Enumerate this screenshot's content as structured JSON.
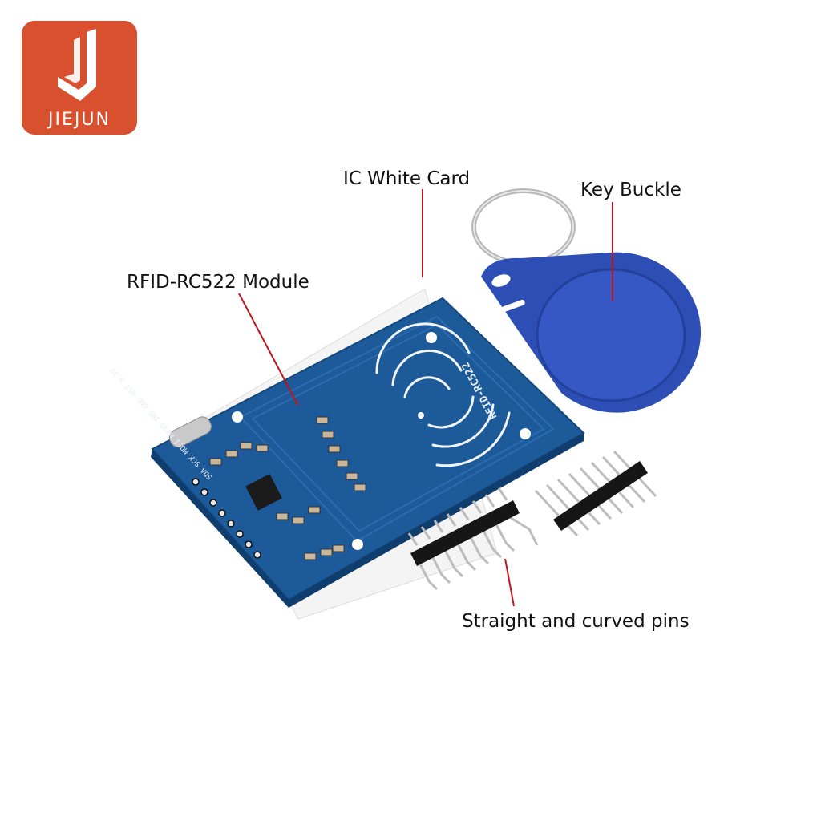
{
  "logo": {
    "text": "JIEJUN",
    "color": "#d9502f"
  },
  "labels": {
    "ic_card": "IC White Card",
    "key_buckle": "Key Buckle",
    "module": "RFID-RC522 Module",
    "pins": "Straight and curved pins"
  },
  "board": {
    "silkscreen_title": "RFID-RC522",
    "pin_labels": "SDA SCK MOSI MISO IRQ GND RST 3.3V",
    "color": "#1d5a9a"
  },
  "colors": {
    "leader_line": "#c0141c",
    "tag": "#2d4fb5"
  }
}
